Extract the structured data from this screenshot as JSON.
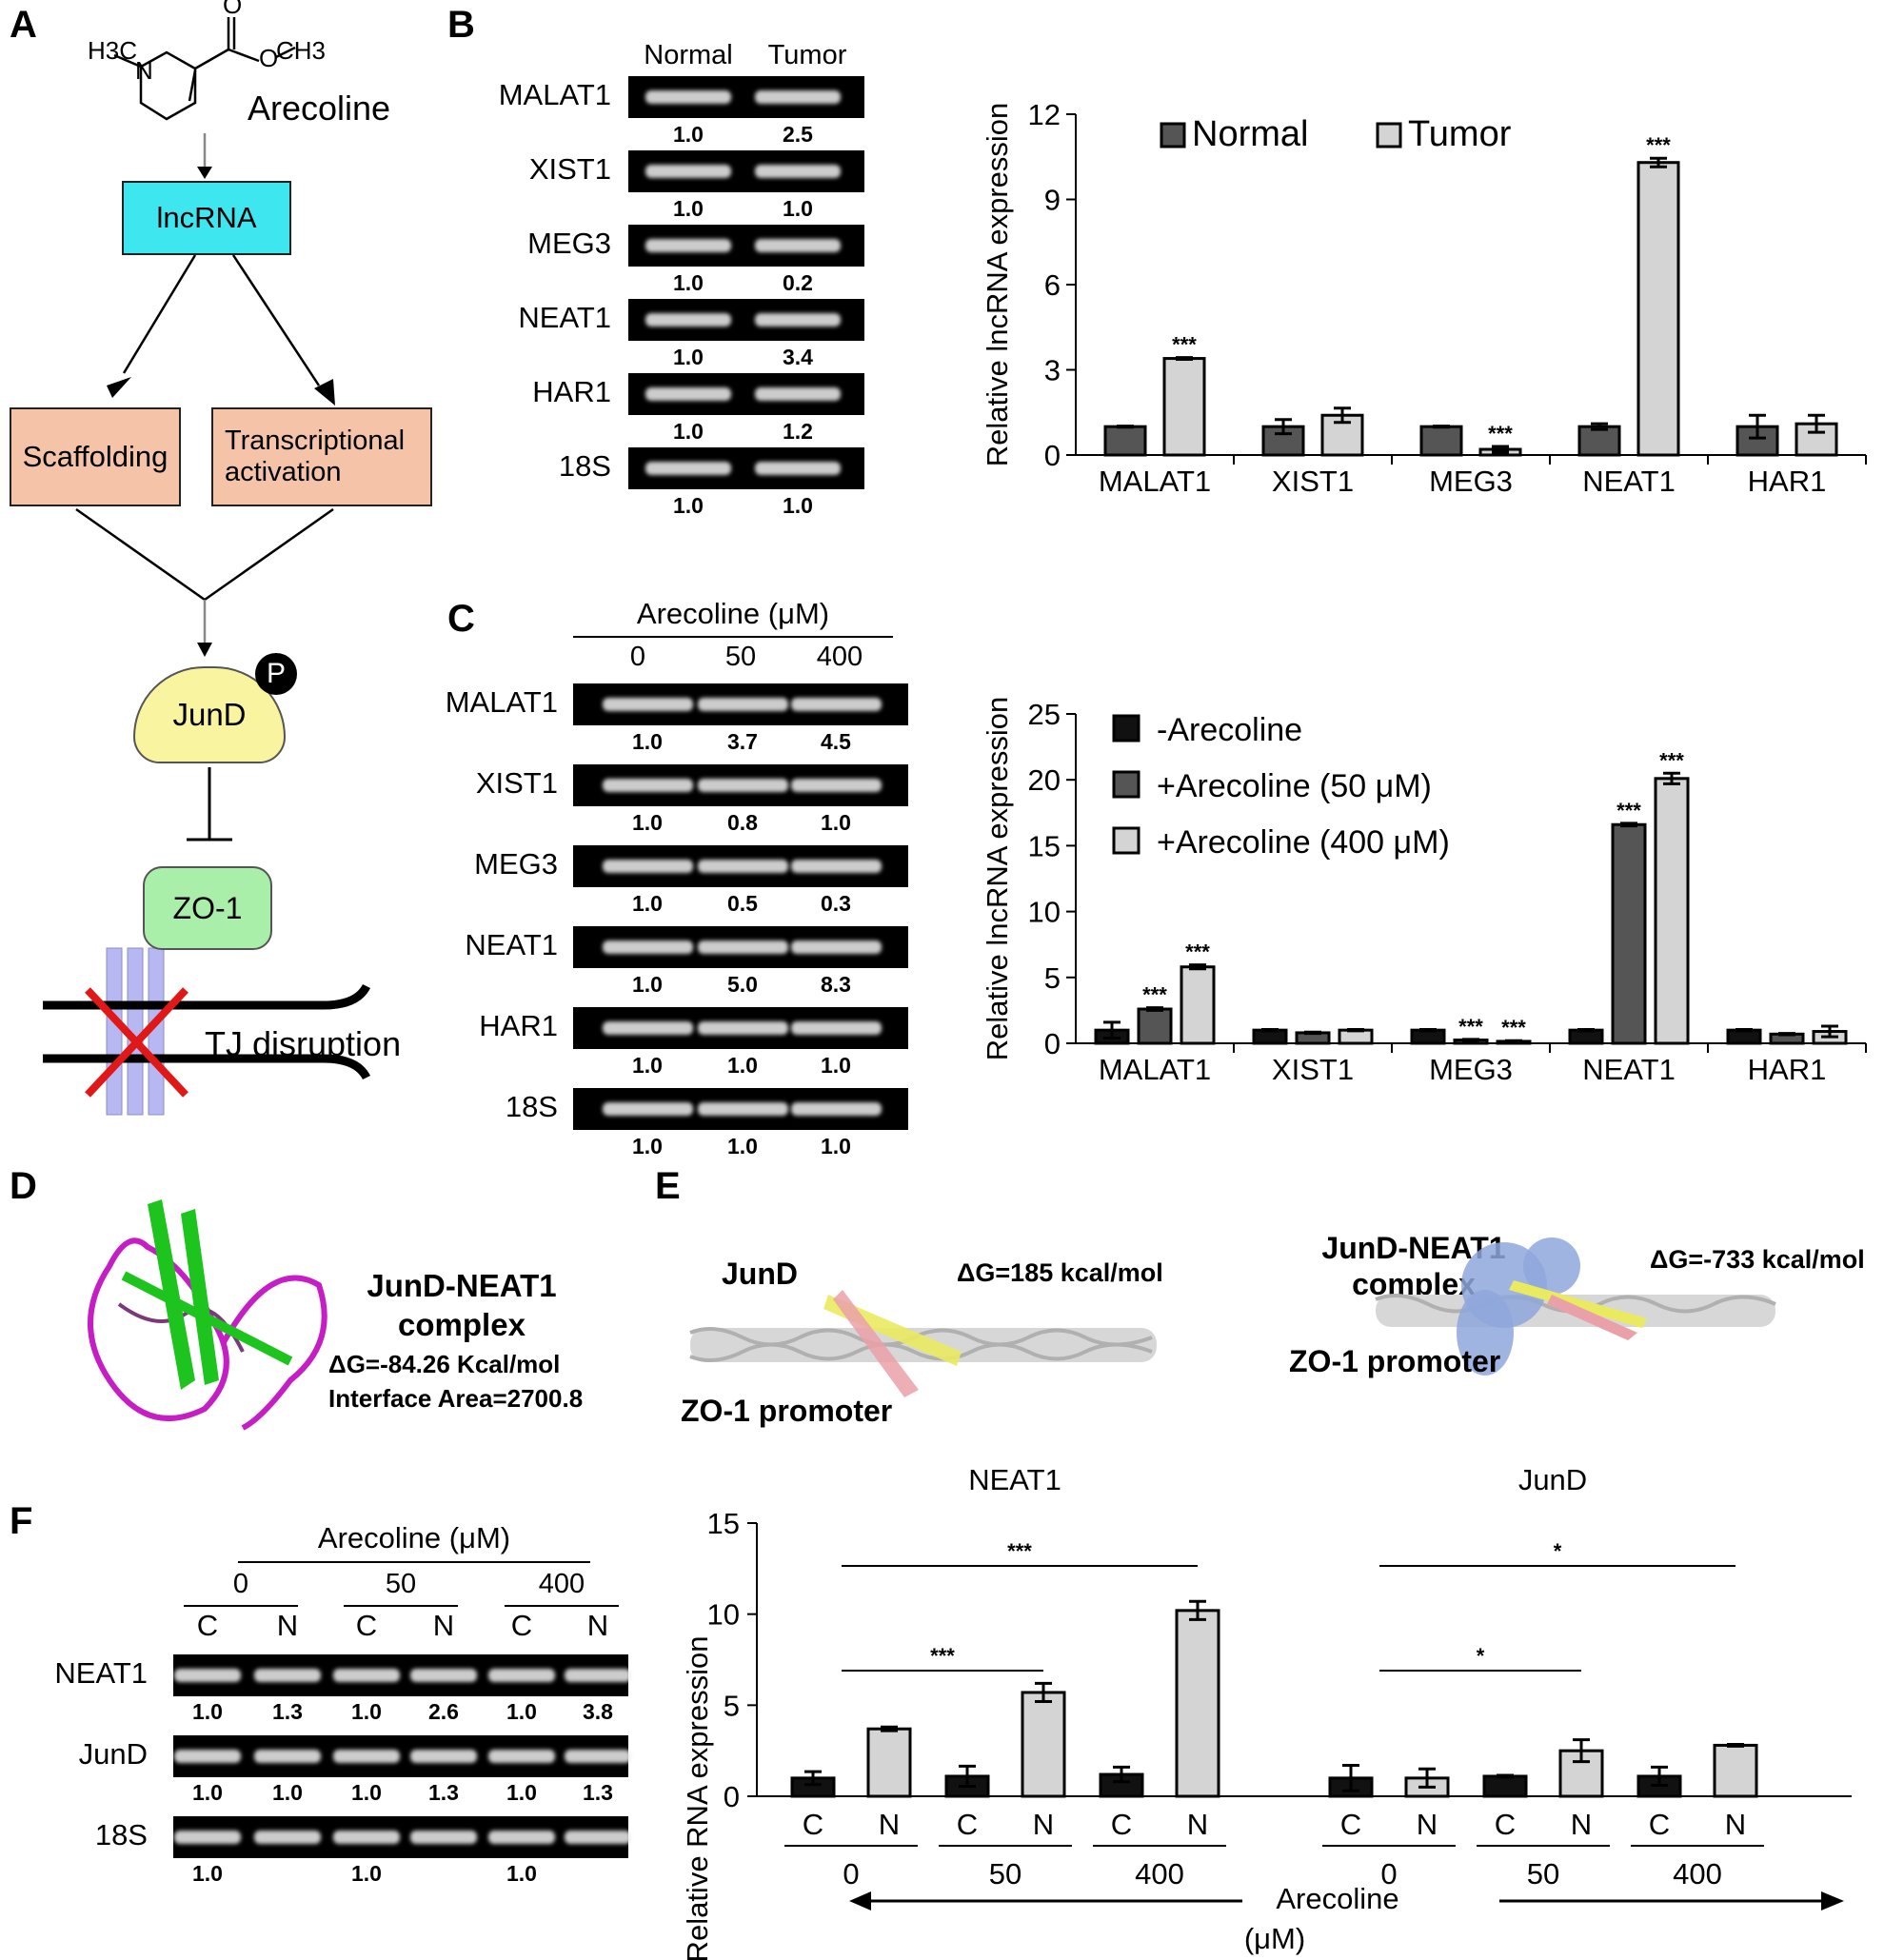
{
  "panelA": {
    "letter": "A",
    "chem_h3c": "H3C",
    "chem_ch3": "CH3",
    "chem_o": "O",
    "chem_n": "N",
    "compound": "Arecoline",
    "lncrna": "lncRNA",
    "scaffolding": "Scaffolding",
    "transcriptional_1": "Transcriptional",
    "transcriptional_2": "activation",
    "p": "P",
    "jund": "JunD",
    "zo1": "ZO-1",
    "tj": "TJ disruption",
    "colors": {
      "lncrna": "#3ee6f0",
      "process": "#f5c4a8",
      "jund": "#f8f4a0",
      "zo1": "#a9efa9",
      "tj_bar": "#b7b8f2",
      "cross": "#e01818"
    }
  },
  "panelB": {
    "letter": "B",
    "columns": [
      "Normal",
      "Tumor"
    ],
    "rows": [
      {
        "label": "MALAT1",
        "q": [
          "1.0",
          "2.5"
        ]
      },
      {
        "label": "XIST1",
        "q": [
          "1.0",
          "1.0"
        ]
      },
      {
        "label": "MEG3",
        "q": [
          "1.0",
          "0.2"
        ]
      },
      {
        "label": "NEAT1",
        "q": [
          "1.0",
          "3.4"
        ]
      },
      {
        "label": "HAR1",
        "q": [
          "1.0",
          "1.2"
        ]
      },
      {
        "label": "18S",
        "q": [
          "1.0",
          "1.0"
        ]
      }
    ]
  },
  "panelC": {
    "letter": "C",
    "header": "Arecoline (μM)",
    "columns": [
      "0",
      "50",
      "400"
    ],
    "rows": [
      {
        "label": "MALAT1",
        "q": [
          "1.0",
          "3.7",
          "4.5"
        ]
      },
      {
        "label": "XIST1",
        "q": [
          "1.0",
          "0.8",
          "1.0"
        ]
      },
      {
        "label": "MEG3",
        "q": [
          "1.0",
          "0.5",
          "0.3"
        ]
      },
      {
        "label": "NEAT1",
        "q": [
          "1.0",
          "5.0",
          "8.3"
        ]
      },
      {
        "label": "HAR1",
        "q": [
          "1.0",
          "1.0",
          "1.0"
        ]
      },
      {
        "label": "18S",
        "q": [
          "1.0",
          "1.0",
          "1.0"
        ]
      }
    ]
  },
  "panelD": {
    "letter": "D",
    "title_1": "JunD-NEAT1",
    "title_2": "complex",
    "dg": "ΔG=-84.26 Kcal/mol",
    "area": "Interface Area=2700.8"
  },
  "panelE": {
    "letter": "E",
    "left_protein": "JunD",
    "left_dg": "ΔG=185 kcal/mol",
    "left_promoter": "ZO-1 promoter",
    "right_complex_1": "JunD-NEAT1",
    "right_complex_2": "complex",
    "right_dg": "ΔG=-733 kcal/mol",
    "right_promoter": "ZO-1 promoter"
  },
  "panelF": {
    "letter": "F",
    "header": "Arecoline (μM)",
    "doses": [
      "0",
      "50",
      "400"
    ],
    "fractions": [
      "C",
      "N",
      "C",
      "N",
      "C",
      "N"
    ],
    "rows": [
      {
        "label": "NEAT1",
        "q": [
          "1.0",
          "1.3",
          "1.0",
          "2.6",
          "1.0",
          "3.8"
        ]
      },
      {
        "label": "JunD",
        "q": [
          "1.0",
          "1.0",
          "1.0",
          "1.3",
          "1.0",
          "1.3"
        ]
      },
      {
        "label": "18S",
        "q": [
          "1.0",
          "",
          "1.0",
          "",
          "1.0",
          ""
        ]
      }
    ]
  },
  "chart_data": [
    {
      "type": "bar",
      "id": "B",
      "categories": [
        "MALAT1",
        "XIST1",
        "MEG3",
        "NEAT1",
        "HAR1"
      ],
      "series": [
        {
          "name": "Normal",
          "values": [
            1.0,
            1.0,
            1.0,
            1.0,
            1.0
          ],
          "errors": [
            0.02,
            0.25,
            0.02,
            0.1,
            0.4
          ],
          "color": "#555555"
        },
        {
          "name": "Tumor",
          "values": [
            3.4,
            1.4,
            0.2,
            10.3,
            1.1
          ],
          "errors": [
            0.03,
            0.25,
            0.1,
            0.15,
            0.3
          ],
          "color": "#d4d4d4"
        }
      ],
      "sig": [
        "***",
        "",
        "***",
        "***",
        ""
      ],
      "sig_series": 1,
      "ylabel": "Relative lncRNA expression",
      "ylim": [
        0,
        12
      ],
      "yticks": [
        0,
        3,
        6,
        9,
        12
      ],
      "legend": "top"
    },
    {
      "type": "bar",
      "id": "C",
      "categories": [
        "MALAT1",
        "XIST1",
        "MEG3",
        "NEAT1",
        "HAR1"
      ],
      "series": [
        {
          "name": "-Arecoline",
          "values": [
            1.0,
            1.0,
            1.0,
            1.0,
            1.0
          ],
          "errors": [
            0.6,
            0.05,
            0.05,
            0.05,
            0.05
          ],
          "color": "#111111"
        },
        {
          "name": "+Arecoline (50 μM)",
          "values": [
            2.6,
            0.8,
            0.25,
            16.6,
            0.7
          ],
          "errors": [
            0.1,
            0.05,
            0.05,
            0.1,
            0.05
          ],
          "color": "#555555"
        },
        {
          "name": "+Arecoline (400 μM)",
          "values": [
            5.8,
            1.0,
            0.15,
            20.1,
            0.9
          ],
          "errors": [
            0.15,
            0.05,
            0.05,
            0.4,
            0.4
          ],
          "color": "#d4d4d4"
        }
      ],
      "sig": [
        [
          "",
          "***",
          "***"
        ],
        [
          "",
          "",
          ""
        ],
        [
          "",
          "***",
          "***"
        ],
        [
          "",
          "***",
          "***"
        ],
        [
          "",
          "",
          ""
        ]
      ],
      "ylabel": "Relative lncRNA expression",
      "ylim": [
        0,
        25
      ],
      "yticks": [
        0,
        5,
        10,
        15,
        20,
        25
      ],
      "legend": "top-right"
    },
    {
      "type": "bar",
      "id": "F",
      "groups": [
        {
          "title": "NEAT1",
          "doses": [
            "0",
            "50",
            "400"
          ],
          "values": [
            [
              1.0,
              3.7
            ],
            [
              1.1,
              5.7
            ],
            [
              1.2,
              10.2
            ]
          ],
          "errors": [
            [
              0.35,
              0.1
            ],
            [
              0.55,
              0.5
            ],
            [
              0.4,
              0.5
            ]
          ]
        },
        {
          "title": "JunD",
          "doses": [
            "0",
            "50",
            "400"
          ],
          "values": [
            [
              1.0,
              1.0
            ],
            [
              1.1,
              2.5
            ],
            [
              1.1,
              2.8
            ]
          ],
          "errors": [
            [
              0.7,
              0.5
            ],
            [
              0.05,
              0.6
            ],
            [
              0.5,
              0.05
            ]
          ]
        }
      ],
      "fraction_labels": [
        "C",
        "N"
      ],
      "colors": {
        "C": "#111111",
        "N": "#d4d4d4"
      },
      "sig_brackets": [
        {
          "group": 0,
          "from": 0,
          "to": 1,
          "label": "***"
        },
        {
          "group": 0,
          "from": 0,
          "to": 2,
          "label": "***"
        },
        {
          "group": 1,
          "from": 0,
          "to": 1,
          "label": "*"
        },
        {
          "group": 1,
          "from": 0,
          "to": 2,
          "label": "*"
        }
      ],
      "ylabel": "Relative  RNA  expression",
      "ylim": [
        0,
        15
      ],
      "yticks": [
        0,
        5,
        10,
        15
      ],
      "xlabel": "Arecoline (μM)"
    }
  ]
}
